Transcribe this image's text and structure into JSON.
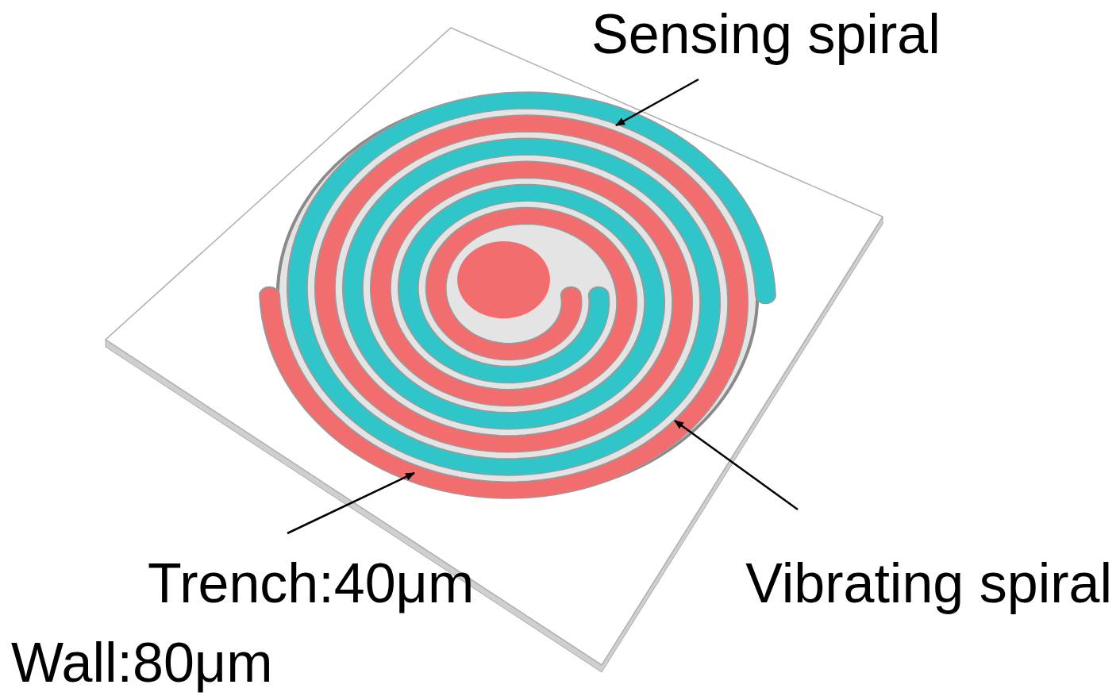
{
  "diagram": {
    "labels": [
      "Sensing spiral",
      "Trench:40μm",
      "Vibrating spiral",
      "Wall:80μm"
    ]
  }
}
